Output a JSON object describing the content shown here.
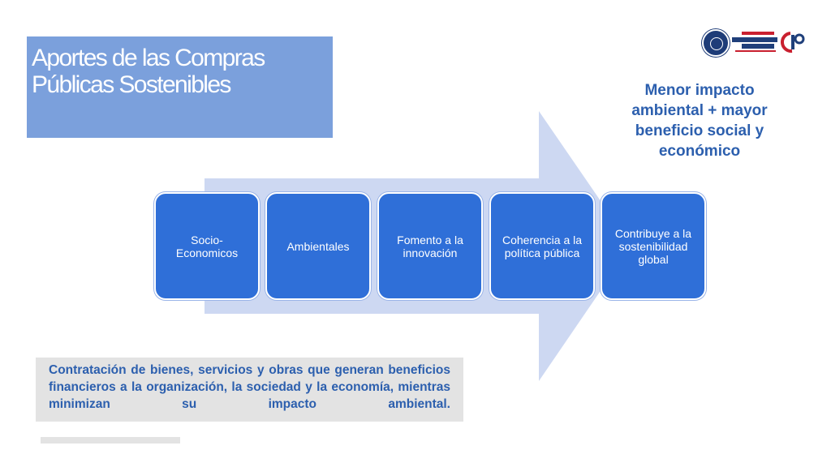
{
  "title": {
    "line1": "Aportes de las Compras",
    "line2": "Públicas Sostenibles"
  },
  "headline": "Menor impacto ambiental + mayor beneficio social y económico",
  "steps": [
    "Socio-Economicos",
    "Ambientales",
    "Fomento a la innovación",
    "Coherencia a la política pública",
    "Contribuye a la sostenibilidad global"
  ],
  "definition": "Contratación de bienes, servicios y obras que generan beneficios financieros a la organización, la sociedad y la economía, mientras minimizan su impacto ambiental.",
  "logos": {
    "seal_icon": "institutional-seal-icon",
    "brand_logo": "contrataciones-publicas-logo-icon",
    "brand_mark": "gp-monogram-icon"
  },
  "colors": {
    "title_bg": "#7ba0dc",
    "arrow": "#cdd8f2",
    "box": "#2f6fd8",
    "text_blue": "#2c5fae",
    "definition_bg": "#e3e3e3",
    "brand_red": "#c9202f",
    "brand_navy": "#1f3f7a"
  }
}
